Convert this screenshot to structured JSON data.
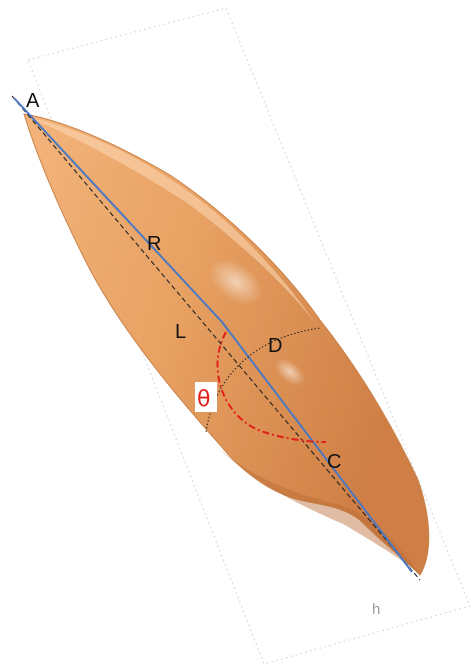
{
  "labels": {
    "a": "A",
    "r": "R",
    "l": "L",
    "d": "D",
    "c": "C",
    "theta": "θ",
    "h": "h"
  },
  "colors": {
    "body_light": "#f6c497",
    "body_mid": "#e59a5b",
    "body_dark": "#c8773e",
    "blue_line": "#4a78c2",
    "dashed_line": "#222222",
    "red_arc": "#e0201c",
    "frame": "#c9c9c9"
  }
}
